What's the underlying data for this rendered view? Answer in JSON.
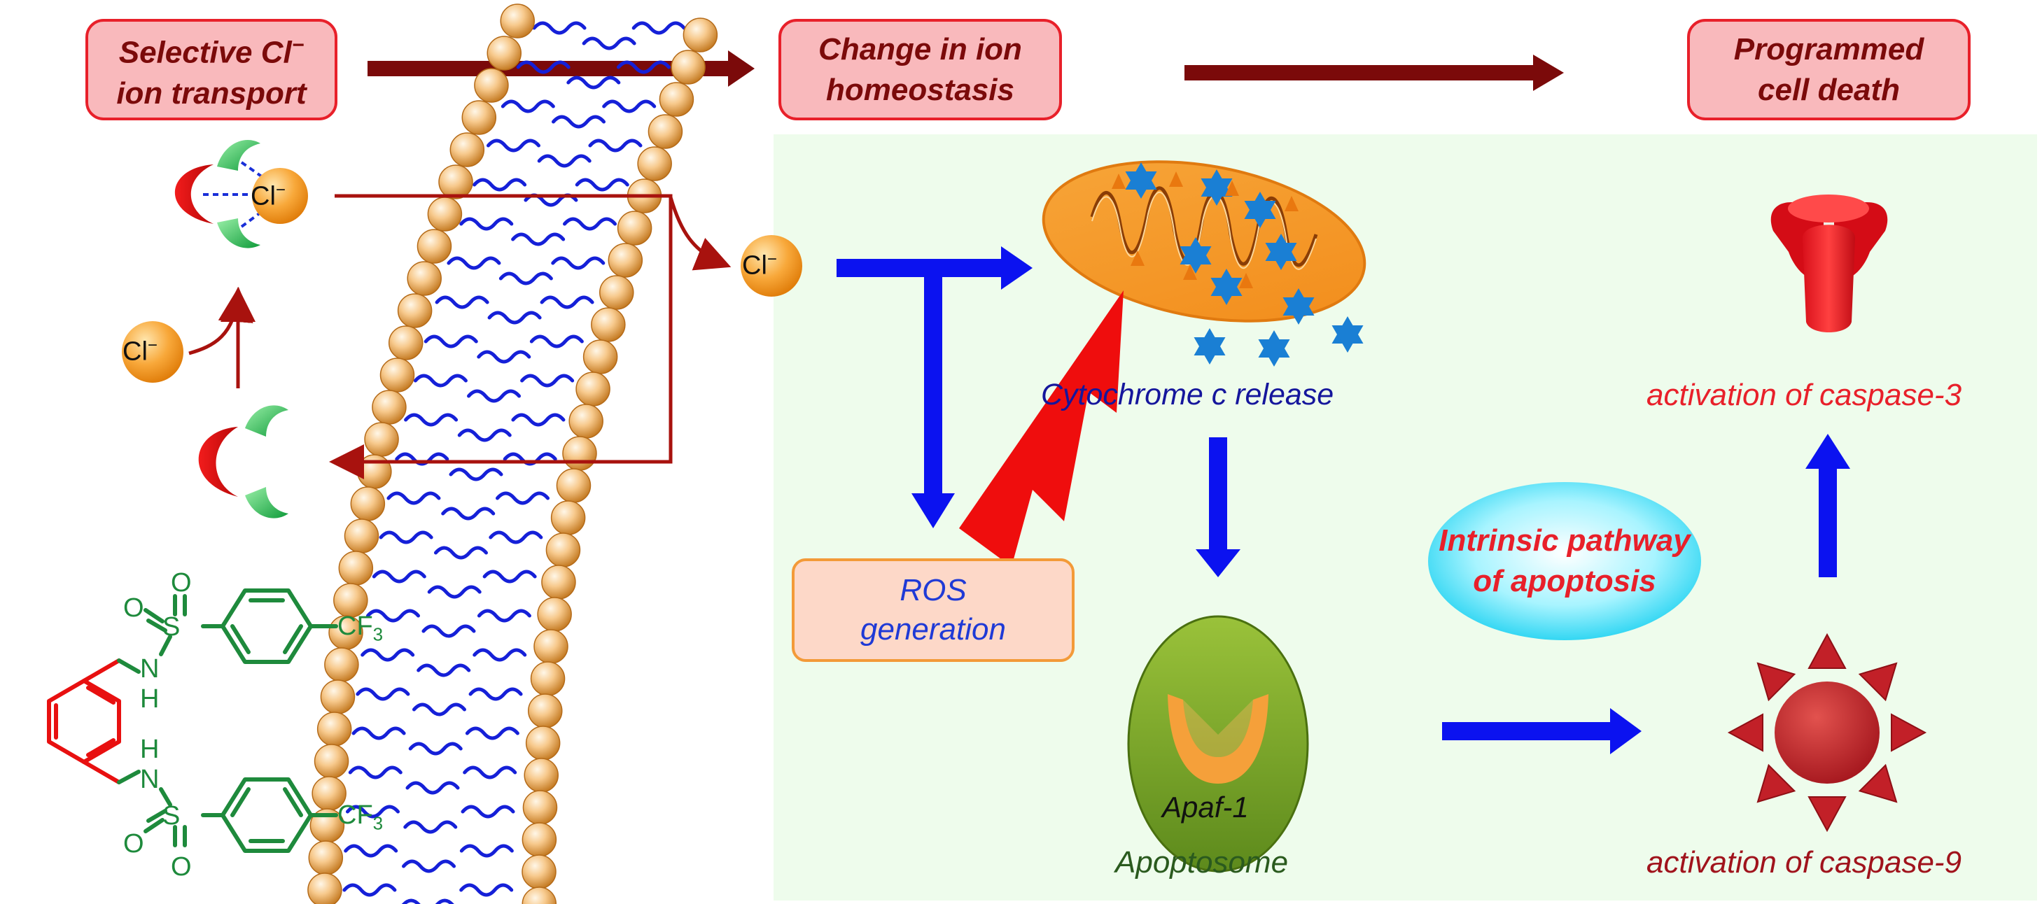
{
  "header": {
    "box1": {
      "line1": "Selective Cl",
      "sup": "−",
      "line2": "ion transport"
    },
    "box2": {
      "line1": "Change in ion",
      "line2": "homeostasis"
    },
    "box3": {
      "line1": "Programmed",
      "line2": "cell death"
    }
  },
  "ion_label": "Cl",
  "ion_charge": "−",
  "ros": {
    "line1": "ROS",
    "line2": "generation"
  },
  "cytochrome_label": "Cytochrome c release",
  "apaf_label": "Apaf-1",
  "apoptosome_label": "Apoptosome",
  "pathway": {
    "line1": "Intrinsic pathway",
    "line2": "of apoptosis"
  },
  "caspase3_label": "activation of caspase-3",
  "caspase9_label": "activation of caspase-9",
  "molecule": {
    "sulfonyl_O": "O",
    "sulfur": "S",
    "nitrogen": "N",
    "hydrogen": "H",
    "cf3": "CF",
    "cf3_sub": "3"
  },
  "colors": {
    "dark_red_arrow": "#7b0a0a",
    "blue_arrow": "#0b12f0",
    "caspase3_text": "#e8202a",
    "caspase9_text": "#a0131c",
    "cytochrome_text": "#15169c",
    "apoptosome_text": "#2a5a1e",
    "molecule_green": "#1e8a3c",
    "molecule_red": "#e81010",
    "panel_bg": "#eefcec"
  }
}
